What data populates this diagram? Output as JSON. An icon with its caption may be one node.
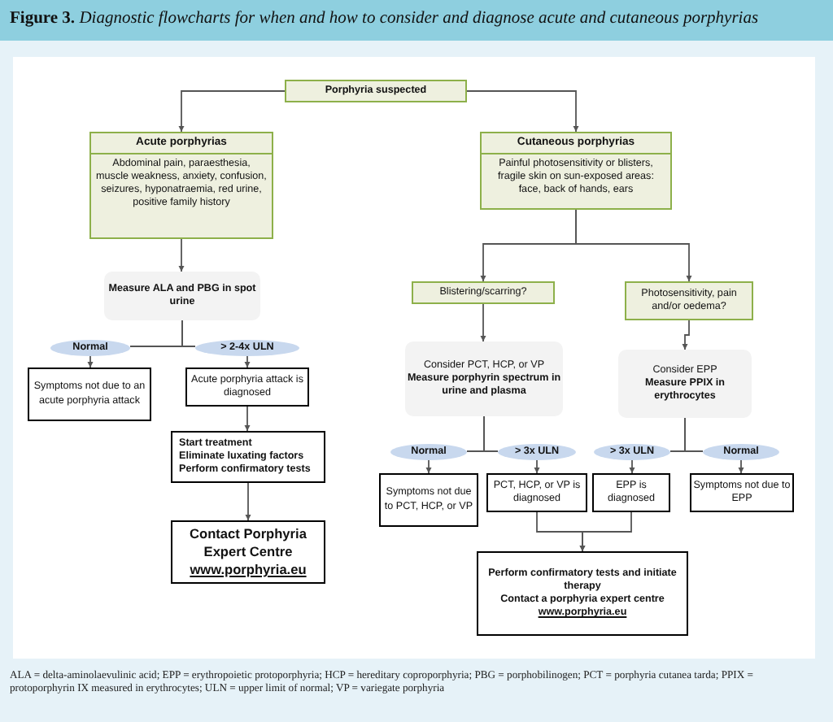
{
  "diagram": {
    "title": "**Figure 3.** *Diagnostic flowcharts for when and how to consider and diagnose acute and cutaneous porphyrias*",
    "caption": "ALA = delta-aminolaevulinic acid; EPP = erythropoietic protoporphyria; HCP = hereditary coproporphyria; PBG = porphobilinogen; PCT = porphyria cutanea tarda; PPIX = protoporphyrin IX measured in erythrocytes; ULN = upper limit of normal; VP = variegate porphyria",
    "nodes": [
      {
        "text": [
          "Porphyria suspected"
        ]
      },
      {
        "text": [
          "Acute porphyrias",
          "Abdominal pain, paraesthesia, muscle weakness, anxiety, confusion, seizures, hyponatraemia, red urine, positive family history"
        ]
      },
      {
        "text": [
          "Cutaneous porphyrias",
          "Painful photosensitivity or blisters, fragile skin on sun-exposed areas: face, back of hands, ears"
        ]
      },
      {
        "text": [
          "Measure ALA and PBG in spot urine"
        ]
      },
      {
        "text": [
          "Normal"
        ]
      },
      {
        "text": [
          "> 2-4x ULN"
        ]
      },
      {
        "text": [
          "Symptoms not due to an acute porphyria attack"
        ]
      },
      {
        "text": [
          "Acute porphyria attack is diagnosed"
        ]
      },
      {
        "text": [
          "Start treatment",
          "Eliminate luxating factors",
          "Perform confirmatory tests"
        ]
      },
      {
        "text": [
          "Contact Porphyria Expert Centre",
          "www.porphyria.eu"
        ]
      },
      {
        "text": [
          "Blistering/scarring?"
        ]
      },
      {
        "text": [
          "Photosensitivity, pain and/or oedema?"
        ]
      },
      {
        "text": [
          "Consider PCT, HCP, or VP",
          "Measure porphyrin spectrum in urine and plasma"
        ]
      },
      {
        "text": [
          "Consider EPP",
          "Measure PPIX in erythrocytes"
        ]
      },
      {
        "text": [
          "Normal"
        ]
      },
      {
        "text": [
          "> 3x ULN"
        ]
      },
      {
        "text": [
          "> 3x ULN"
        ]
      },
      {
        "text": [
          "Normal"
        ]
      },
      {
        "text": [
          "Symptoms not due to PCT, HCP, or VP"
        ]
      },
      {
        "text": [
          "PCT, HCP, or VP is diagnosed"
        ]
      },
      {
        "text": [
          "EPP is diagnosed"
        ]
      },
      {
        "text": [
          "Symptoms not due to EPP"
        ]
      },
      {
        "text": [
          "Perform confirmatory tests and initiate therapy",
          "Contact a porphyria expert centre",
          "www.porphyria.eu"
        ]
      }
    ],
    "edges": [
      {
        "from": 0,
        "to": 1,
        "arrow": "to"
      },
      {
        "from": 0,
        "to": 2,
        "arrow": "to"
      },
      {
        "from": 1,
        "to": 3,
        "arrow": "to"
      },
      {
        "from": 3,
        "to": 4,
        "arrow": "none"
      },
      {
        "from": 3,
        "to": 5,
        "arrow": "none"
      },
      {
        "from": 4,
        "to": 6,
        "arrow": "to"
      },
      {
        "from": 5,
        "to": 7,
        "arrow": "to"
      },
      {
        "from": 7,
        "to": 8,
        "arrow": "to"
      },
      {
        "from": 8,
        "to": 9,
        "arrow": "to"
      },
      {
        "from": 2,
        "to": 10,
        "arrow": "to"
      },
      {
        "from": 2,
        "to": 11,
        "arrow": "to"
      },
      {
        "from": 10,
        "to": 12,
        "arrow": "to"
      },
      {
        "from": 11,
        "to": 13,
        "arrow": "to"
      },
      {
        "from": 12,
        "to": 14,
        "arrow": "none"
      },
      {
        "from": 12,
        "to": 15,
        "arrow": "none"
      },
      {
        "from": 13,
        "to": 16,
        "arrow": "none"
      },
      {
        "from": 13,
        "to": 17,
        "arrow": "none"
      },
      {
        "from": 14,
        "to": 18,
        "arrow": "to"
      },
      {
        "from": 15,
        "to": 19,
        "arrow": "to"
      },
      {
        "from": 16,
        "to": 20,
        "arrow": "to"
      },
      {
        "from": 17,
        "to": 21,
        "arrow": "to"
      },
      {
        "from": 19,
        "to": 22,
        "arrow": "to"
      },
      {
        "from": 20,
        "to": 22,
        "arrow": "to"
      }
    ]
  }
}
